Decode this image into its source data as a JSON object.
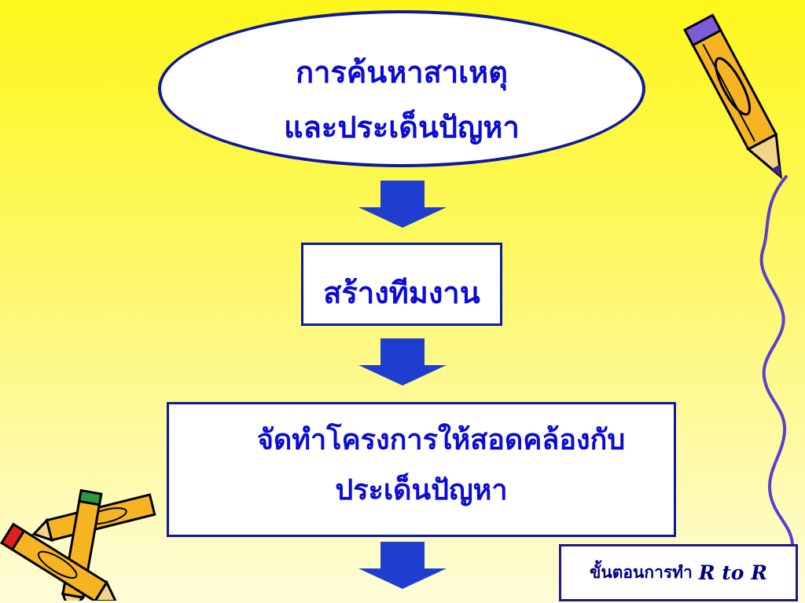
{
  "steps": [
    {
      "line1": "การค้นหาสาเหตุ",
      "line2": "และประเด็นปัญหา"
    },
    {
      "line1": "สร้างทีมงาน"
    },
    {
      "line1": "จัดทำโครงการให้สอดคล้องกับ",
      "line2": "ประเด็นปัญหา"
    }
  ],
  "caption": {
    "label": "ขั้นตอนการทำ",
    "rtor": "R to R"
  },
  "decorations": [
    "pencil-clipart-top-right",
    "pencils-clipart-bottom-left",
    "wavy-line-right"
  ],
  "colors": {
    "text": "#0b0bd6",
    "border": "#0f1a9a",
    "arrow": "#1f3ecf",
    "background_top": "#fdf71a",
    "background_bottom": "#fefcd8"
  }
}
